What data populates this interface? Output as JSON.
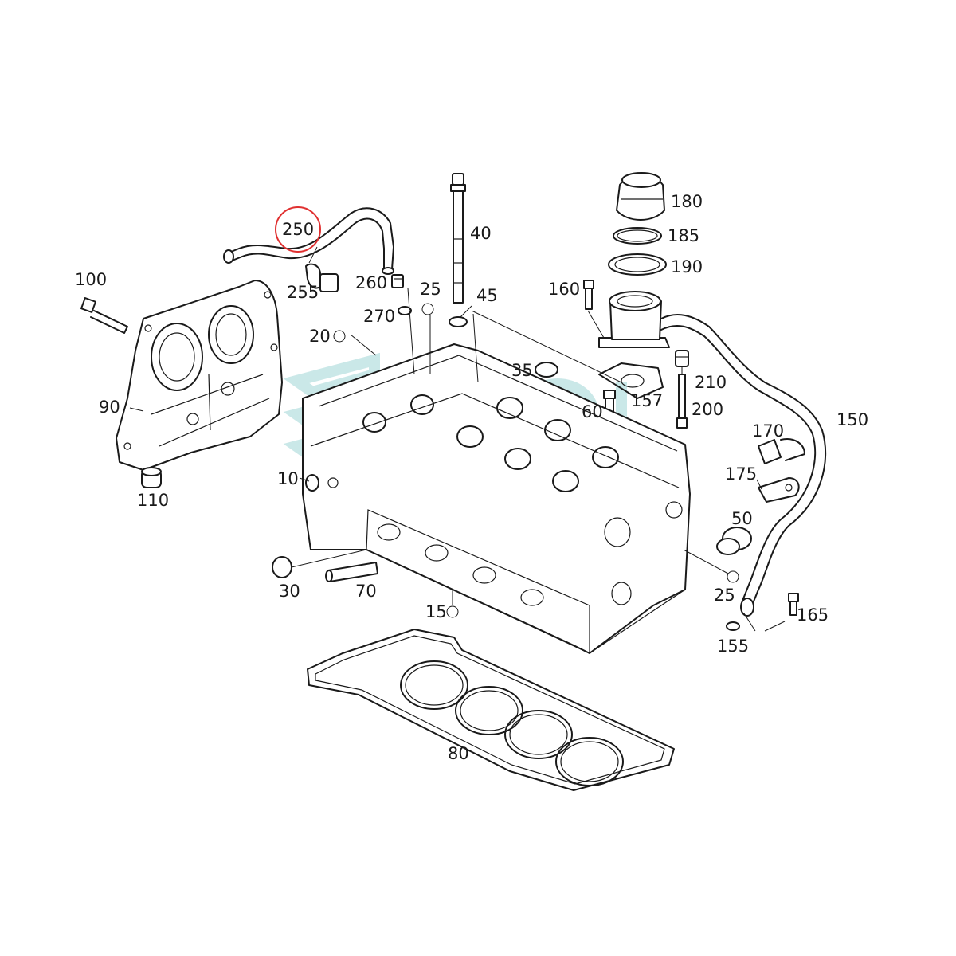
{
  "highlight": {
    "label": "250",
    "ring_color": "#e03030"
  },
  "watermark_color": "#9fd6d6",
  "callouts": {
    "c180": "180",
    "c185": "185",
    "c190": "190",
    "c40": "40",
    "c250": "250",
    "c100": "100",
    "c255": "255",
    "c260": "260",
    "c25a": "25",
    "c270": "270",
    "c45": "45",
    "c160": "160",
    "c20": "20",
    "c35": "35",
    "c210": "210",
    "c157": "157",
    "c60": "60",
    "c200": "200",
    "c150": "150",
    "c90": "90",
    "c170": "170",
    "c175": "175",
    "c10": "10",
    "c110": "110",
    "c50": "50",
    "c30": "30",
    "c70": "70",
    "c25b": "25",
    "c165": "165",
    "c15": "15",
    "c155": "155",
    "c80": "80"
  }
}
